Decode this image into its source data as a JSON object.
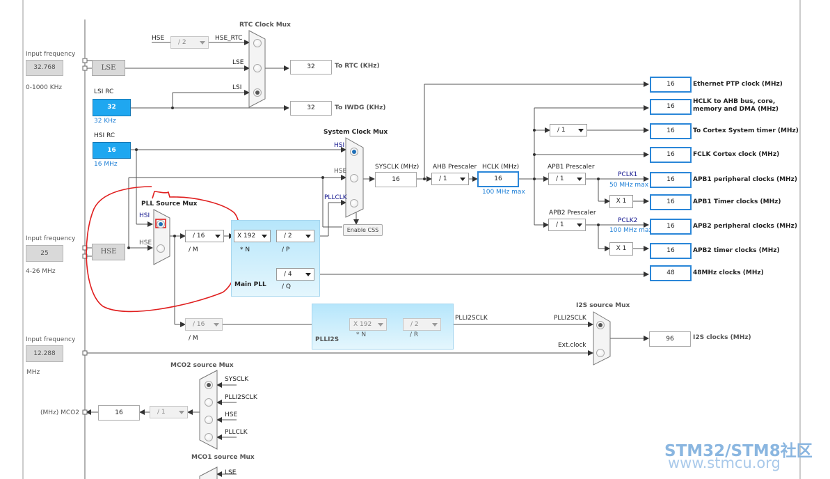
{
  "rtc_mux": {
    "title": "RTC Clock Mux",
    "hse_label": "HSE",
    "hse_div": "/ 2",
    "hse_rtc_label": "HSE_RTC",
    "lse_label": "LSE",
    "lsi_label": "LSI",
    "to_rtc_value": "32",
    "to_rtc_label": "To RTC (KHz)",
    "to_iwdg_value": "32",
    "to_iwdg_label": "To IWDG (KHz)"
  },
  "lse": {
    "input_frequency_label": "Input frequency",
    "value": "32.768",
    "range": "0-1000 KHz",
    "block_label": "LSE"
  },
  "lsi": {
    "title": "LSI RC",
    "value": "32",
    "sub": "32 KHz"
  },
  "hsi": {
    "title": "HSI RC",
    "value": "16",
    "sub": "16 MHz"
  },
  "hse": {
    "input_frequency_label": "Input frequency",
    "value": "25",
    "range": "4-26 MHz",
    "block_label": "HSE"
  },
  "ext_clock": {
    "input_frequency_label": "Input frequency",
    "value": "12.288",
    "unit": "MHz"
  },
  "system_mux": {
    "title": "System Clock Mux",
    "hsi_label": "HSI",
    "hse_label": "HSE",
    "pllclk_label": "PLLCLK",
    "enable_css": "Enable CSS"
  },
  "pll_source_mux": {
    "title": "PLL Source Mux",
    "hsi_label": "HSI",
    "hse_label": "HSE"
  },
  "main_pll": {
    "title": "Main PLL",
    "m_value": "/ 16",
    "m_label": "/ M",
    "n_value": "X 192",
    "n_label": "* N",
    "p_value": "/ 2",
    "p_label": "/ P",
    "q_value": "/ 4",
    "q_label": "/ Q"
  },
  "plli2s": {
    "title": "PLLI2S",
    "m_value": "/ 16",
    "m_label": "/ M",
    "n_value": "X 192",
    "n_label": "* N",
    "r_value": "/ 2",
    "r_label": "/ R",
    "out_label": "PLLI2SCLK"
  },
  "sysclk": {
    "label": "SYSCLK (MHz)",
    "value": "16"
  },
  "ahb": {
    "label": "AHB Prescaler",
    "value": "/ 1"
  },
  "hclk": {
    "label": "HCLK (MHz)",
    "value": "16",
    "max": "100 MHz max"
  },
  "cortex_div": "/ 1",
  "apb1": {
    "label": "APB1 Prescaler",
    "value": "/ 1",
    "pclk": "PCLK1",
    "max": "50 MHz max",
    "timer_mul": "X 1"
  },
  "apb2": {
    "label": "APB2 Prescaler",
    "value": "/ 1",
    "pclk": "PCLK2",
    "max": "100 MHz max",
    "timer_mul": "X 1"
  },
  "outputs": [
    {
      "value": "16",
      "label": "Ethernet PTP clock (MHz)"
    },
    {
      "value": "16",
      "label": "HCLK to AHB bus, core,"
    },
    {
      "value": "16",
      "label": "To Cortex System timer (MHz)"
    },
    {
      "value": "16",
      "label": "FCLK Cortex clock (MHz)"
    },
    {
      "value": "16",
      "label": "APB1 peripheral clocks (MHz)"
    },
    {
      "value": "16",
      "label": "APB1 Timer clocks (MHz)"
    },
    {
      "value": "16",
      "label": "APB2 peripheral clocks (MHz)"
    },
    {
      "value": "16",
      "label": "APB2 timer clocks (MHz)"
    },
    {
      "value": "48",
      "label": "48MHz clocks (MHz)"
    }
  ],
  "hclk_label_line2": "memory and DMA (MHz)",
  "i2s_mux": {
    "title": "I2S source Mux",
    "plli2sclk_label": "PLLI2SCLK",
    "ext_label": "Ext.clock",
    "value": "96",
    "out_label": "I2S clocks (MHz)"
  },
  "mco2": {
    "title": "MCO2 source Mux",
    "inputs": [
      "SYSCLK",
      "PLLI2SCLK",
      "HSE",
      "PLLCLK"
    ],
    "div": "/ 1",
    "value": "16",
    "out_label": "(MHz) MCO2"
  },
  "mco1": {
    "title": "MCO1 source Mux",
    "inputs": [
      "LSE"
    ]
  },
  "watermark": {
    "line1": "STM32/STM8社区",
    "line2": "www.stmcu.org"
  },
  "colors": {
    "accent_blue": "#2a86d8",
    "rc_blue": "#1fa7f0",
    "annotation_red": "#e02020",
    "pll_fill": "#cdeefc"
  }
}
